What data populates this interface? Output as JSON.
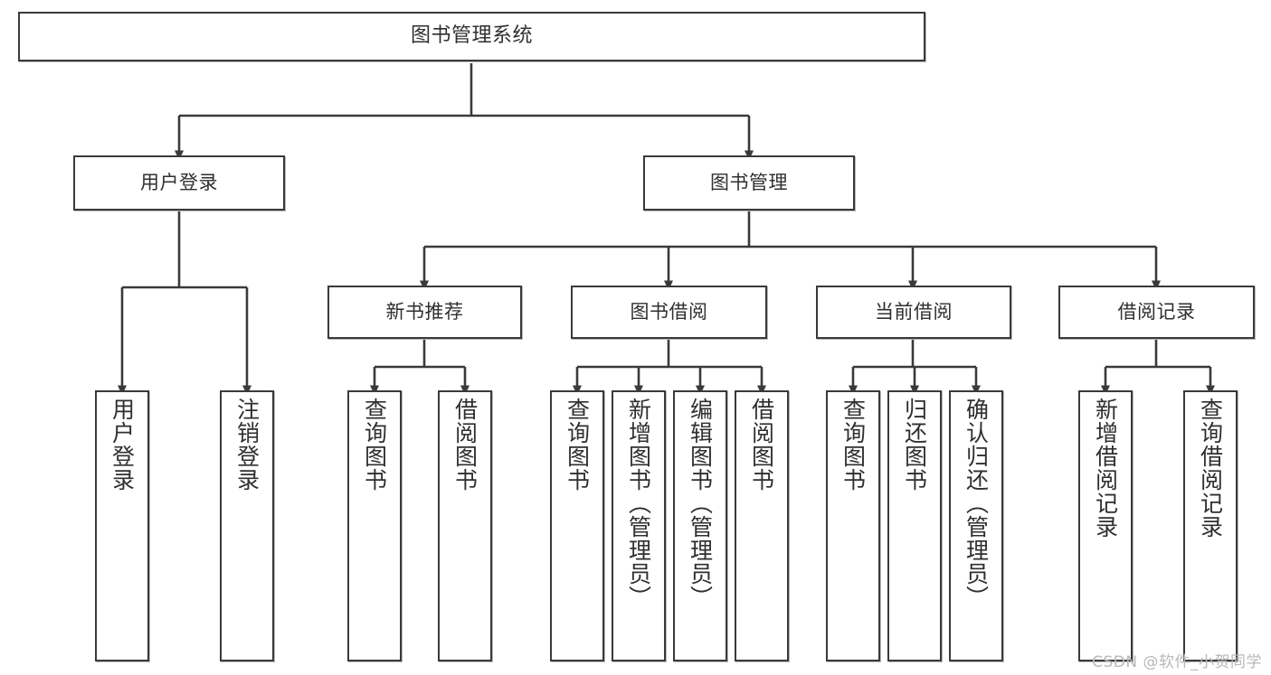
{
  "diagram": {
    "type": "tree-hierarchy-chart",
    "title": "图书管理系统",
    "watermark": "CSDN @软件_小贺同学",
    "colors": {
      "background": "#ffffff",
      "border": "#3a3a3a",
      "text": "#2f2f2f",
      "connector": "#3a3a3a",
      "watermark": "#b8b8b8"
    },
    "root": {
      "label": "图书管理系统"
    },
    "level2": [
      {
        "label": "用户登录"
      },
      {
        "label": "图书管理"
      }
    ],
    "level3": [
      {
        "label": "新书推荐"
      },
      {
        "label": "图书借阅"
      },
      {
        "label": "当前借阅"
      },
      {
        "label": "借阅记录"
      }
    ],
    "leaves_user_login": [
      {
        "label": "用户登录"
      },
      {
        "label": "注销登录"
      }
    ],
    "leaves_new_book": [
      {
        "label": "查询图书"
      },
      {
        "label": "借阅图书"
      }
    ],
    "leaves_borrow": [
      {
        "label": "查询图书"
      },
      {
        "label": "新增图书（管理员）"
      },
      {
        "label": "编辑图书（管理员）"
      },
      {
        "label": "借阅图书"
      }
    ],
    "leaves_current": [
      {
        "label": "查询图书"
      },
      {
        "label": "归还图书"
      },
      {
        "label": "确认归还（管理员）"
      }
    ],
    "leaves_records": [
      {
        "label": "新增借阅记录"
      },
      {
        "label": "查询借阅记录"
      }
    ]
  }
}
